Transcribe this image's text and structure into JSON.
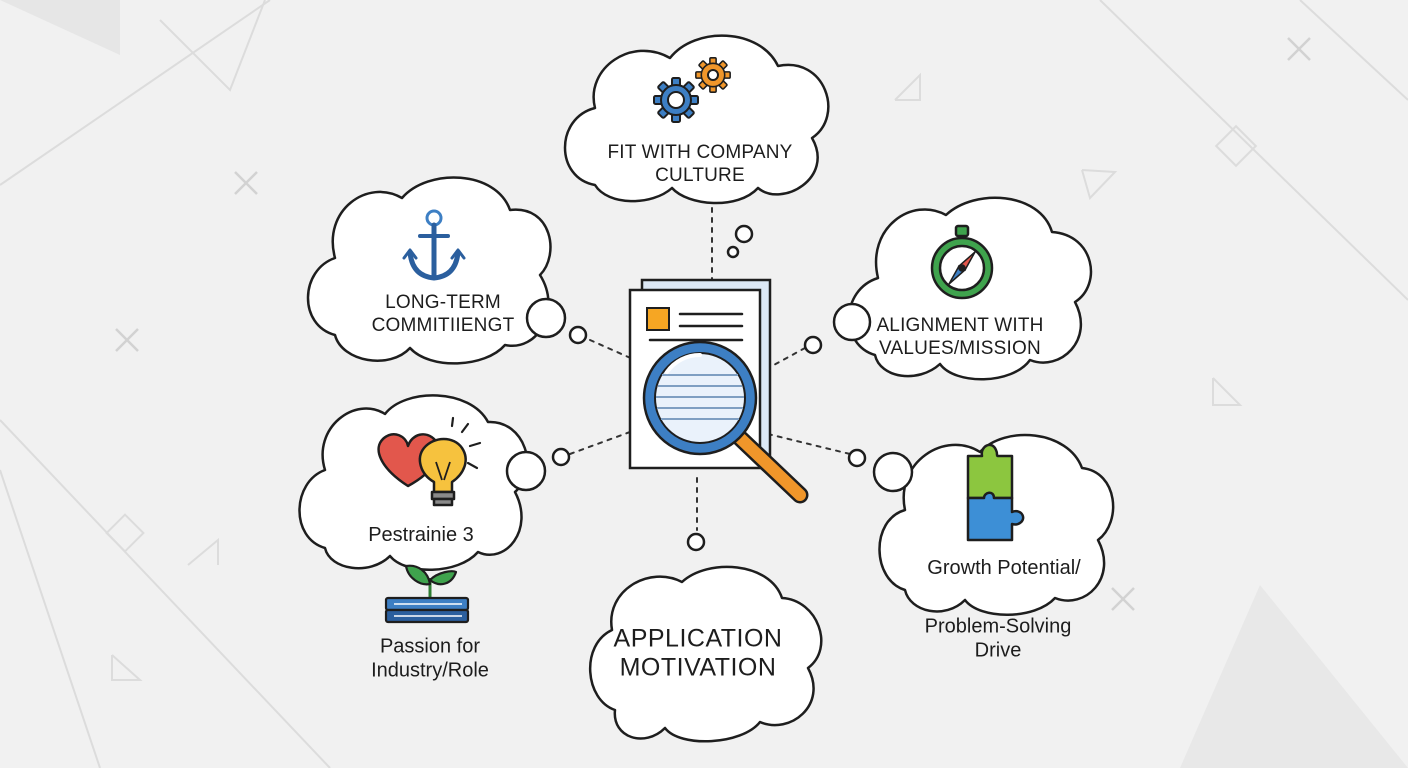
{
  "colors": {
    "background": "#f1f1f1",
    "outline": "#1e1e1e",
    "bubble": "#ffffff",
    "accent_blue": "#3d7fc4",
    "accent_orange": "#f0962a",
    "accent_green": "#3fa34d",
    "accent_red": "#e2574c",
    "accent_yellow": "#f6c23e",
    "lime": "#8cc63f"
  },
  "center": {
    "icon": "document-magnifier-icon",
    "title": [
      "APPLICATION",
      "MOTIVATION"
    ]
  },
  "nodes": {
    "culture": {
      "icon": "gears-icon",
      "lines": [
        "FIT WITH COMPANY",
        "CULTURE"
      ]
    },
    "commitment": {
      "icon": "anchor-icon",
      "lines": [
        "LONG-TERM",
        "COMMITIIENGT"
      ]
    },
    "alignment": {
      "icon": "compass-icon",
      "lines": [
        "ALIGNMENT WITH",
        "VALUES/MISSION"
      ]
    },
    "passion": {
      "icon": "heart-lightbulb-icon",
      "label": "Pestrainie 3",
      "sub_icon": "book-sprout-icon",
      "sub_lines": [
        "Passion for",
        "Industry/Role"
      ]
    },
    "growth": {
      "icon": "puzzle-icon",
      "label": "Growth Potential/",
      "sub_lines": [
        "Problem-Solving",
        "Drive"
      ]
    }
  }
}
